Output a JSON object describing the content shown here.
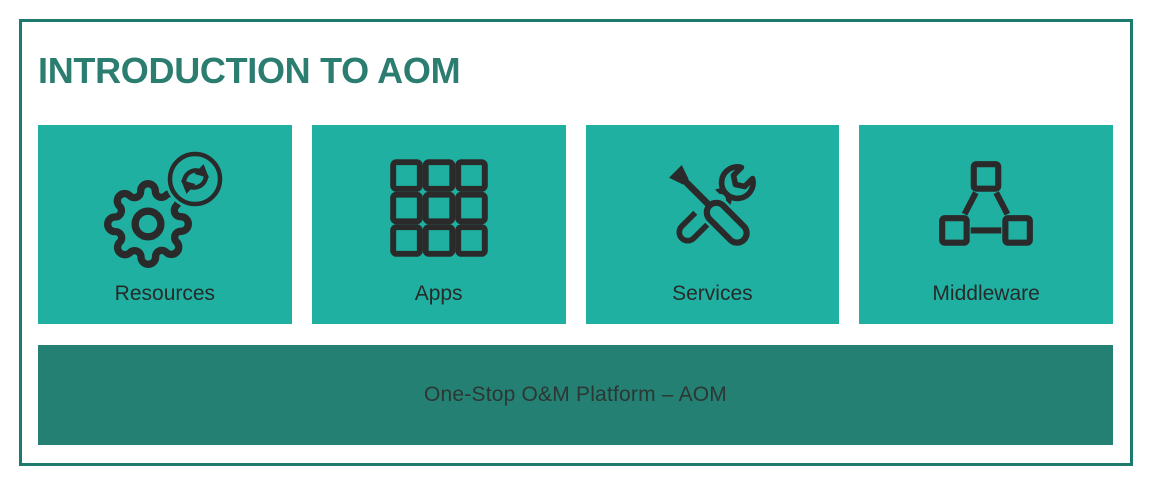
{
  "page": {
    "title": "INTRODUCTION TO AOM"
  },
  "cards": [
    {
      "label": "Resources",
      "icon": "gear-sync-icon"
    },
    {
      "label": "Apps",
      "icon": "app-grid-icon"
    },
    {
      "label": "Services",
      "icon": "tools-icon"
    },
    {
      "label": "Middleware",
      "icon": "connected-nodes-icon"
    }
  ],
  "banner": {
    "label": "One-Stop O&M Platform – AOM"
  },
  "colors": {
    "page_bg": "#FFFFFF",
    "border": "#1F7A6E",
    "title_text": "#2B7D70",
    "card_bg": "#20B0A2",
    "banner_bg": "#248073",
    "icon_dark": "#2A2A2A",
    "label_text": "#252B29",
    "banner_text": "#2C3633"
  }
}
